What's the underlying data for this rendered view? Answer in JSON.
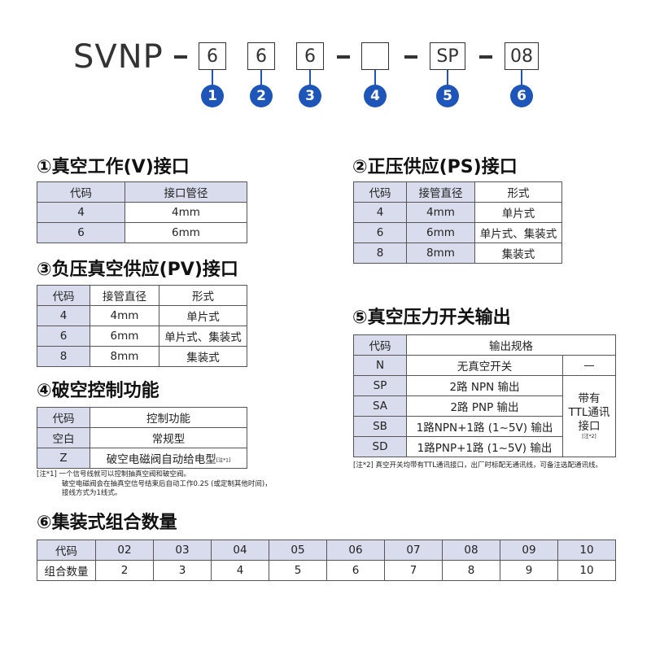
{
  "model": {
    "prefix": "SVNP",
    "codes": [
      "6",
      "6",
      "6",
      "",
      "SP",
      "08"
    ],
    "numbers": [
      "1",
      "2",
      "3",
      "4",
      "5",
      "6"
    ]
  },
  "sec1": {
    "title": "①真空工作(V)接口",
    "headers": [
      "代码",
      "接口管径"
    ],
    "rows": [
      [
        "4",
        "4mm"
      ],
      [
        "6",
        "6mm"
      ]
    ]
  },
  "sec2": {
    "title": "②正压供应(PS)接口",
    "headers": [
      "代码",
      "接管直径",
      "形式"
    ],
    "rows": [
      [
        "4",
        "4mm",
        "单片式"
      ],
      [
        "6",
        "6mm",
        "单片式、集装式"
      ],
      [
        "8",
        "8mm",
        "集装式"
      ]
    ]
  },
  "sec3": {
    "title": "③负压真空供应(PV)接口",
    "headers": [
      "代码",
      "接管直径",
      "形式"
    ],
    "rows": [
      [
        "4",
        "4mm",
        "单片式"
      ],
      [
        "6",
        "6mm",
        "单片式、集装式"
      ],
      [
        "8",
        "8mm",
        "集装式"
      ]
    ]
  },
  "sec4": {
    "title": "④破空控制功能",
    "headers": [
      "代码",
      "控制功能"
    ],
    "rows": [
      [
        "空白",
        "常规型"
      ],
      [
        "Z",
        "破空电磁阀自动给电型"
      ]
    ],
    "row2_tag": "[注*1]"
  },
  "sec5": {
    "title": "⑤真空压力开关输出",
    "headers": [
      "代码",
      "输出规格"
    ],
    "rows": [
      [
        "N",
        "无真空开关",
        "—"
      ],
      [
        "SP",
        "2路 NPN 输出"
      ],
      [
        "SA",
        "2路 PNP 输出"
      ],
      [
        "SB",
        "1路NPN+1路 (1~5V) 输出"
      ],
      [
        "SD",
        "1路PNP+1路 (1~5V) 输出"
      ]
    ],
    "merged_cell": [
      "带有",
      "TTL通讯",
      "接口"
    ],
    "merged_tag": "[注*2]"
  },
  "notes": {
    "note1_line1": "[注*1]  一个信号线就可以控制抽真空阀和破空阀。",
    "note1_line2": "破空电磁阀会在抽真空信号结束后自动工作0.2S (或定制其他时间)，",
    "note1_line3": "接线方式为1线式。",
    "note2": "[注*2]  真空开关均带有TTL通讯接口，出厂时标配无通讯线，可备注选配通讯线。"
  },
  "sec6": {
    "title": "⑥集装式组合数量",
    "header_label": "代码",
    "row_label": "组合数量",
    "codes": [
      "02",
      "03",
      "04",
      "05",
      "06",
      "07",
      "08",
      "09",
      "10"
    ],
    "counts": [
      "2",
      "3",
      "4",
      "5",
      "6",
      "7",
      "8",
      "9",
      "10"
    ]
  }
}
